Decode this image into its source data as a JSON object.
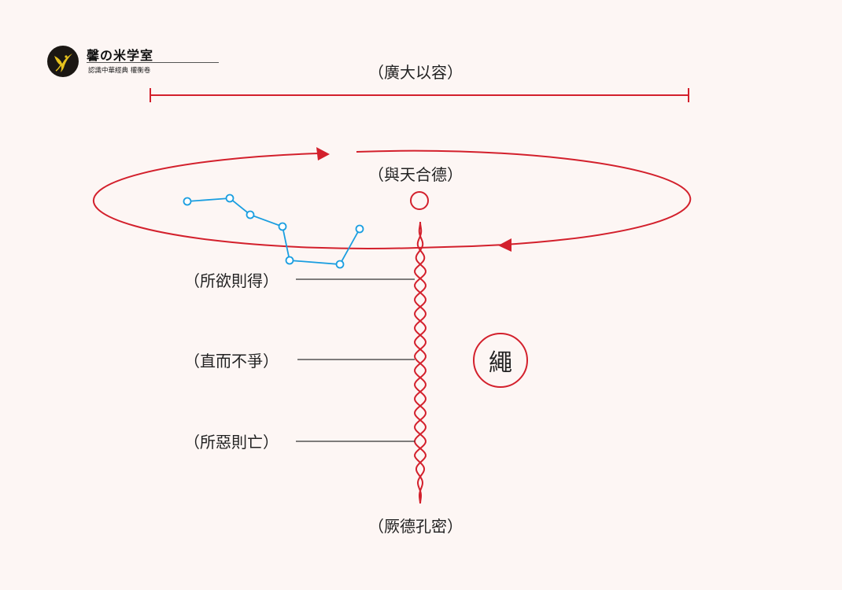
{
  "brand": {
    "title": "馨の米学室",
    "subtitle": "認識中華經典 權衡卷"
  },
  "labels": {
    "top": "（廣大以容）",
    "center_top": "（與天合德）",
    "left_1": "（所欲則得）",
    "left_2": "（直而不爭）",
    "left_3": "（所惡則亡）",
    "bottom": "（厥德孔密）",
    "circle": "繩"
  },
  "colors": {
    "accent_red": "#d3202c",
    "constellation_blue": "#1a9ee0",
    "leader_line": "#333333",
    "background": "#fdf6f4"
  },
  "icons": {
    "logo": "bird-emblem-icon",
    "rope": "twisted-rope-icon",
    "constellation": "big-dipper-icon"
  }
}
